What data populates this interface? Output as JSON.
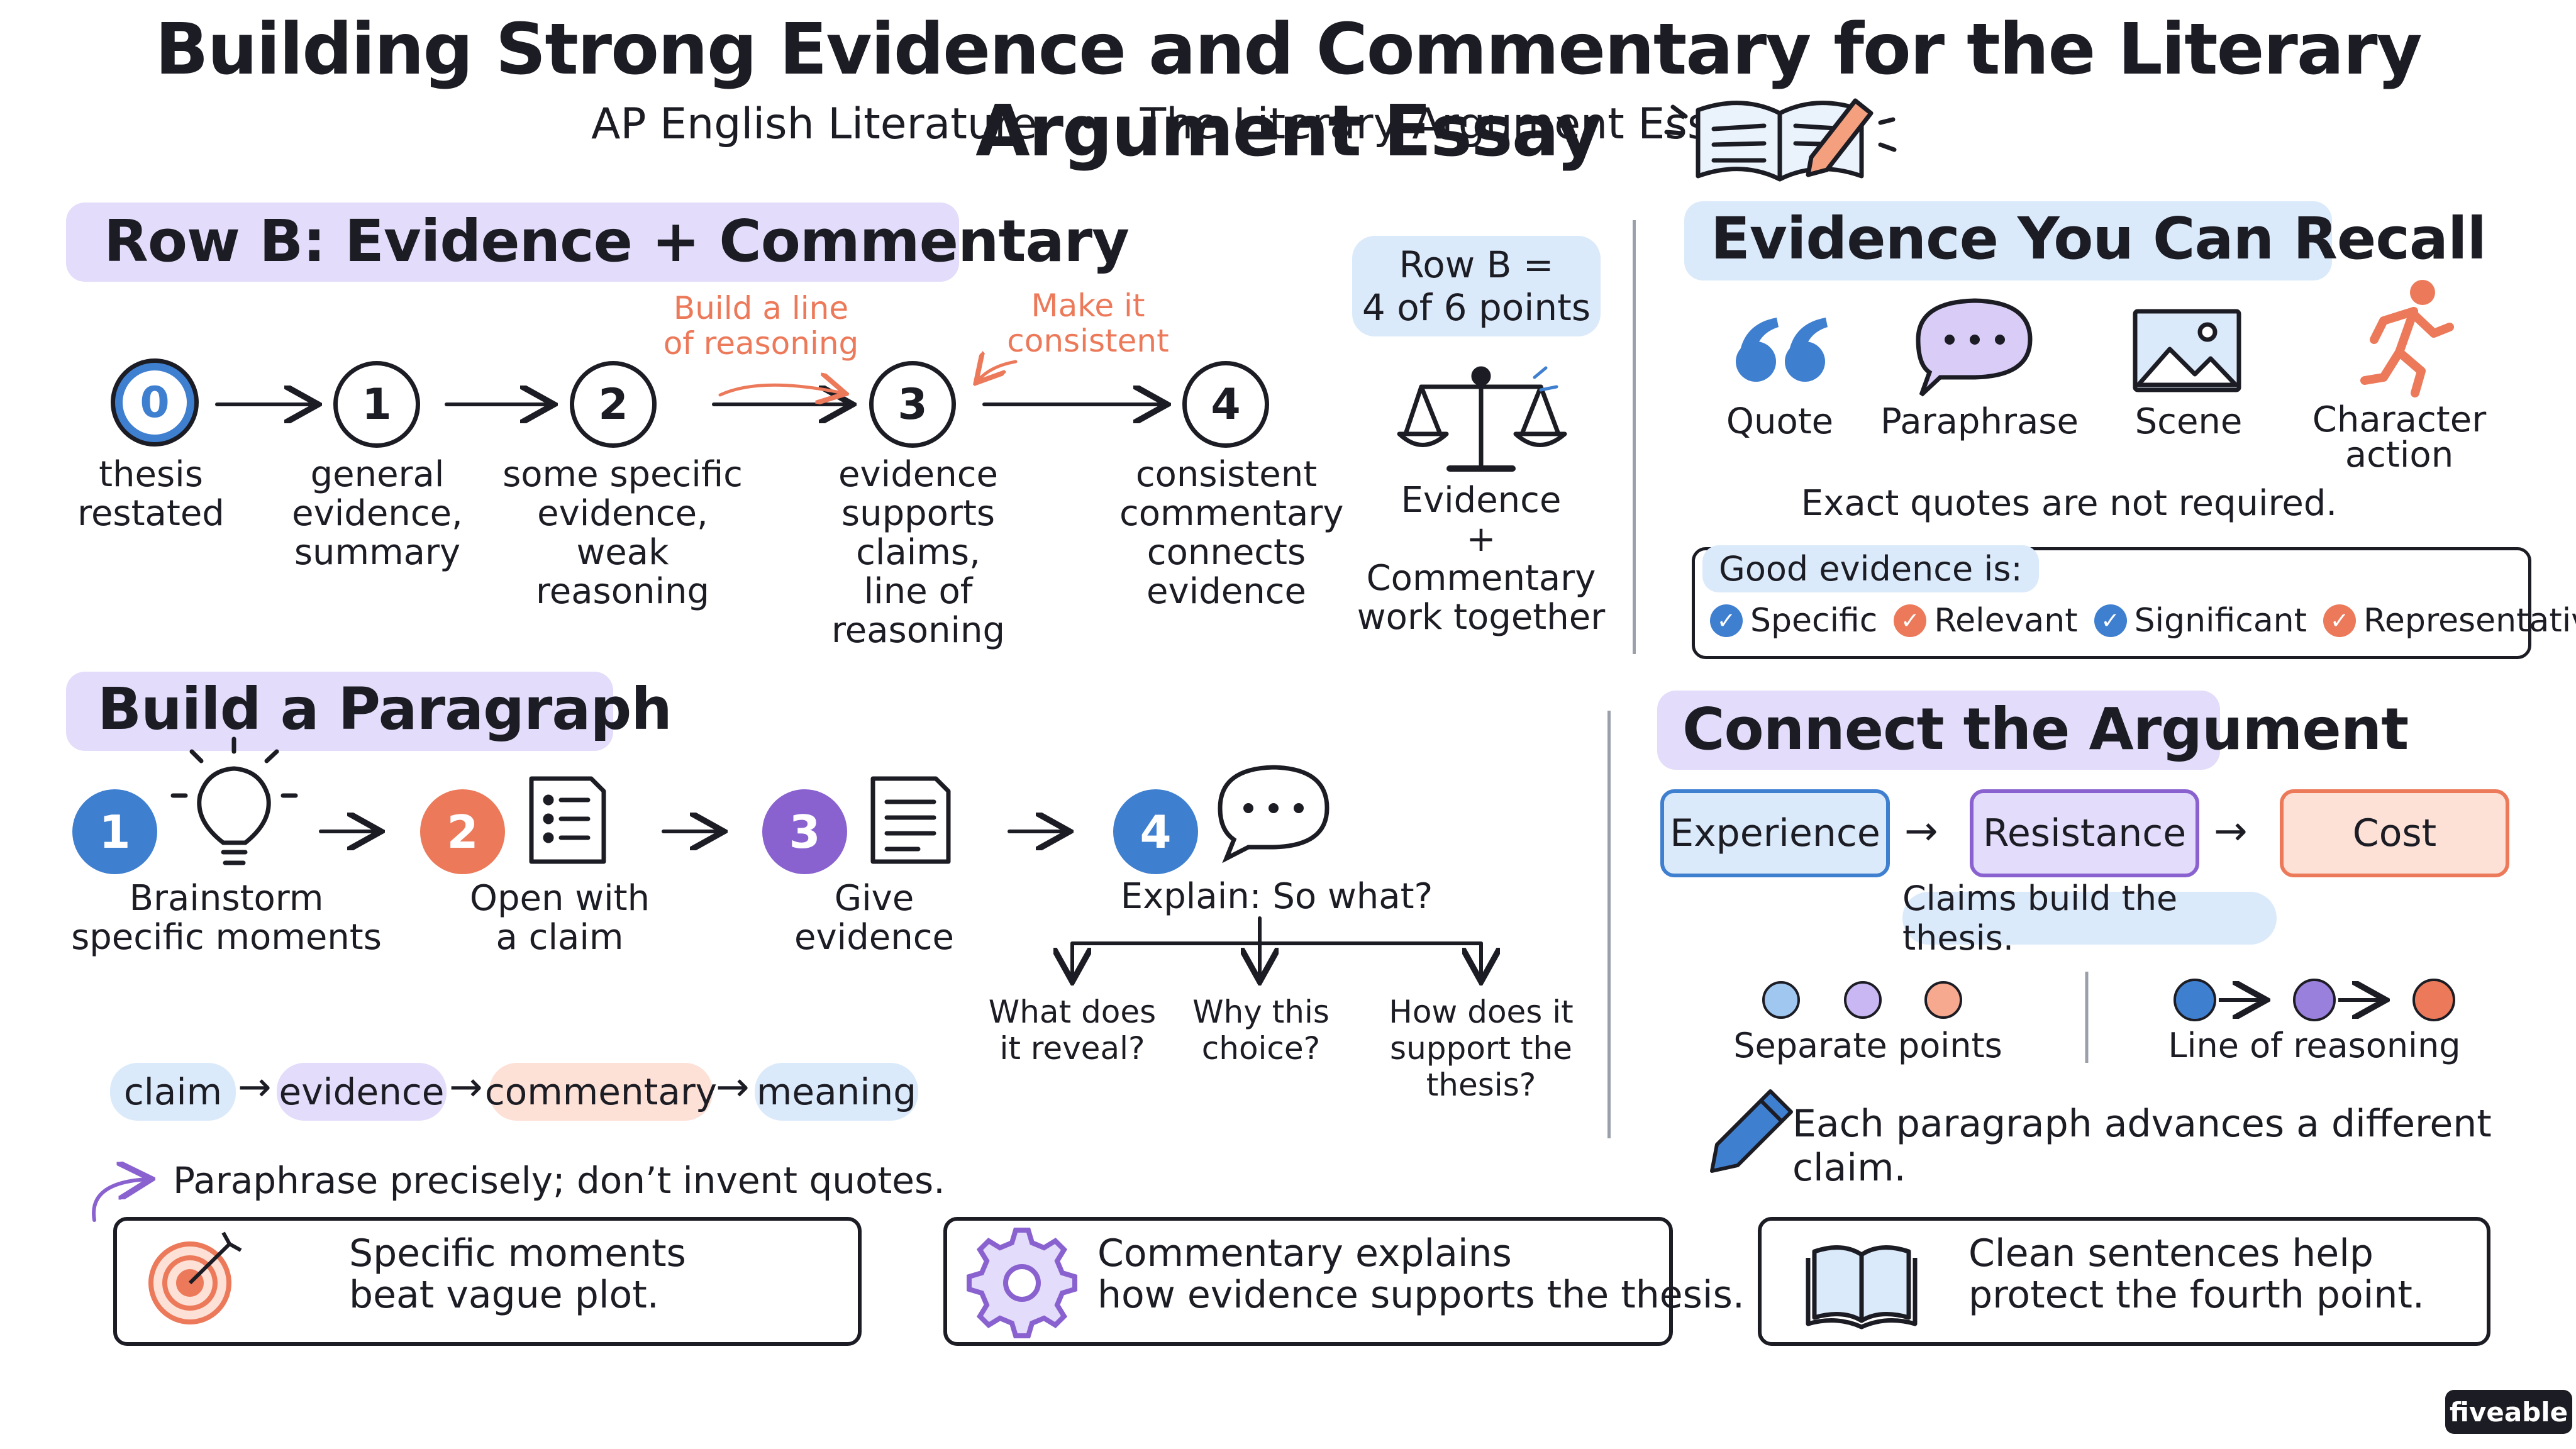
{
  "title": "Building Strong Evidence and Commentary for the Literary Argument Essay",
  "subtitle": {
    "course": "AP English Literature",
    "separator": "•",
    "topic": "The Literary Argument Essay"
  },
  "row_b": {
    "heading": "Row B: Evidence + Commentary",
    "notes": {
      "line": "Build a line\nof reasoning",
      "consistent": "Make it\nconsistent"
    },
    "steps": [
      {
        "num": "0",
        "label": "thesis\nrestated"
      },
      {
        "num": "1",
        "label": "general\nevidence,\nsummary"
      },
      {
        "num": "2",
        "label": "some specific\nevidence,\nweak reasoning"
      },
      {
        "num": "3",
        "label": "evidence\nsupports claims,\nline of reasoning"
      },
      {
        "num": "4",
        "label": "consistent\ncommentary\nconnects\nevidence"
      }
    ],
    "points_badge": "Row B =\n4 of 6 points",
    "scale_caption": "Evidence\n+\nCommentary\nwork together"
  },
  "evidence_recall": {
    "heading": "Evidence You Can Recall",
    "items": [
      {
        "icon": "quote-icon",
        "label": "Quote"
      },
      {
        "icon": "speech-bubble-icon",
        "label": "Paraphrase"
      },
      {
        "icon": "image-icon",
        "label": "Scene"
      },
      {
        "icon": "running-person-icon",
        "label": "Character\naction"
      }
    ],
    "note": "Exact quotes are not required.",
    "good_evidence": {
      "label": "Good evidence is:",
      "qualities": [
        {
          "label": "Specific",
          "color": "#3f7fd0"
        },
        {
          "label": "Relevant",
          "color": "#ec7a5a"
        },
        {
          "label": "Significant",
          "color": "#3f7fd0"
        },
        {
          "label": "Representative",
          "color": "#ec7a5a"
        }
      ]
    }
  },
  "build_paragraph": {
    "heading": "Build a Paragraph",
    "steps": [
      {
        "num": "1",
        "label": "Brainstorm\nspecific moments",
        "color": "#3f7fd0",
        "icon": "lightbulb-icon"
      },
      {
        "num": "2",
        "label": "Open with\na claim",
        "color": "#ec7a5a",
        "icon": "checklist-icon"
      },
      {
        "num": "3",
        "label": "Give\nevidence",
        "color": "#8a62d0",
        "icon": "document-icon"
      },
      {
        "num": "4",
        "label": "Explain: So what?",
        "color": "#3f7fd0",
        "icon": "chat-bubble-icon"
      }
    ],
    "questions": [
      "What does\nit reveal?",
      "Why this\nchoice?",
      "How does it\nsupport the thesis?"
    ],
    "chain": [
      "claim",
      "evidence",
      "commentary",
      "meaning"
    ],
    "chain_arrow": "→",
    "paraphrase_note": "Paraphrase precisely; don’t invent quotes."
  },
  "connect": {
    "heading": "Connect the Argument",
    "flow": [
      "Experience",
      "Resistance",
      "Cost"
    ],
    "flow_arrow": "→",
    "claims_note": "Claims build the thesis.",
    "separate_label": "Separate points",
    "line_label": "Line of reasoning",
    "advance_note": "Each paragraph advances a different claim."
  },
  "tips": [
    {
      "icon": "target-icon",
      "text": "Specific moments\nbeat vague plot."
    },
    {
      "icon": "gear-icon",
      "text": "Commentary explains\nhow evidence supports the thesis."
    },
    {
      "icon": "open-book-icon",
      "text": "Clean sentences help\nprotect the fourth point."
    }
  ],
  "brand": "fiveable",
  "colors": {
    "lavender": "#e3dcfa",
    "light_blue": "#dbeafa",
    "peach": "#fde0d6",
    "blue": "#3f7fd0",
    "coral": "#ec7a5a",
    "purple": "#8a62d0"
  }
}
